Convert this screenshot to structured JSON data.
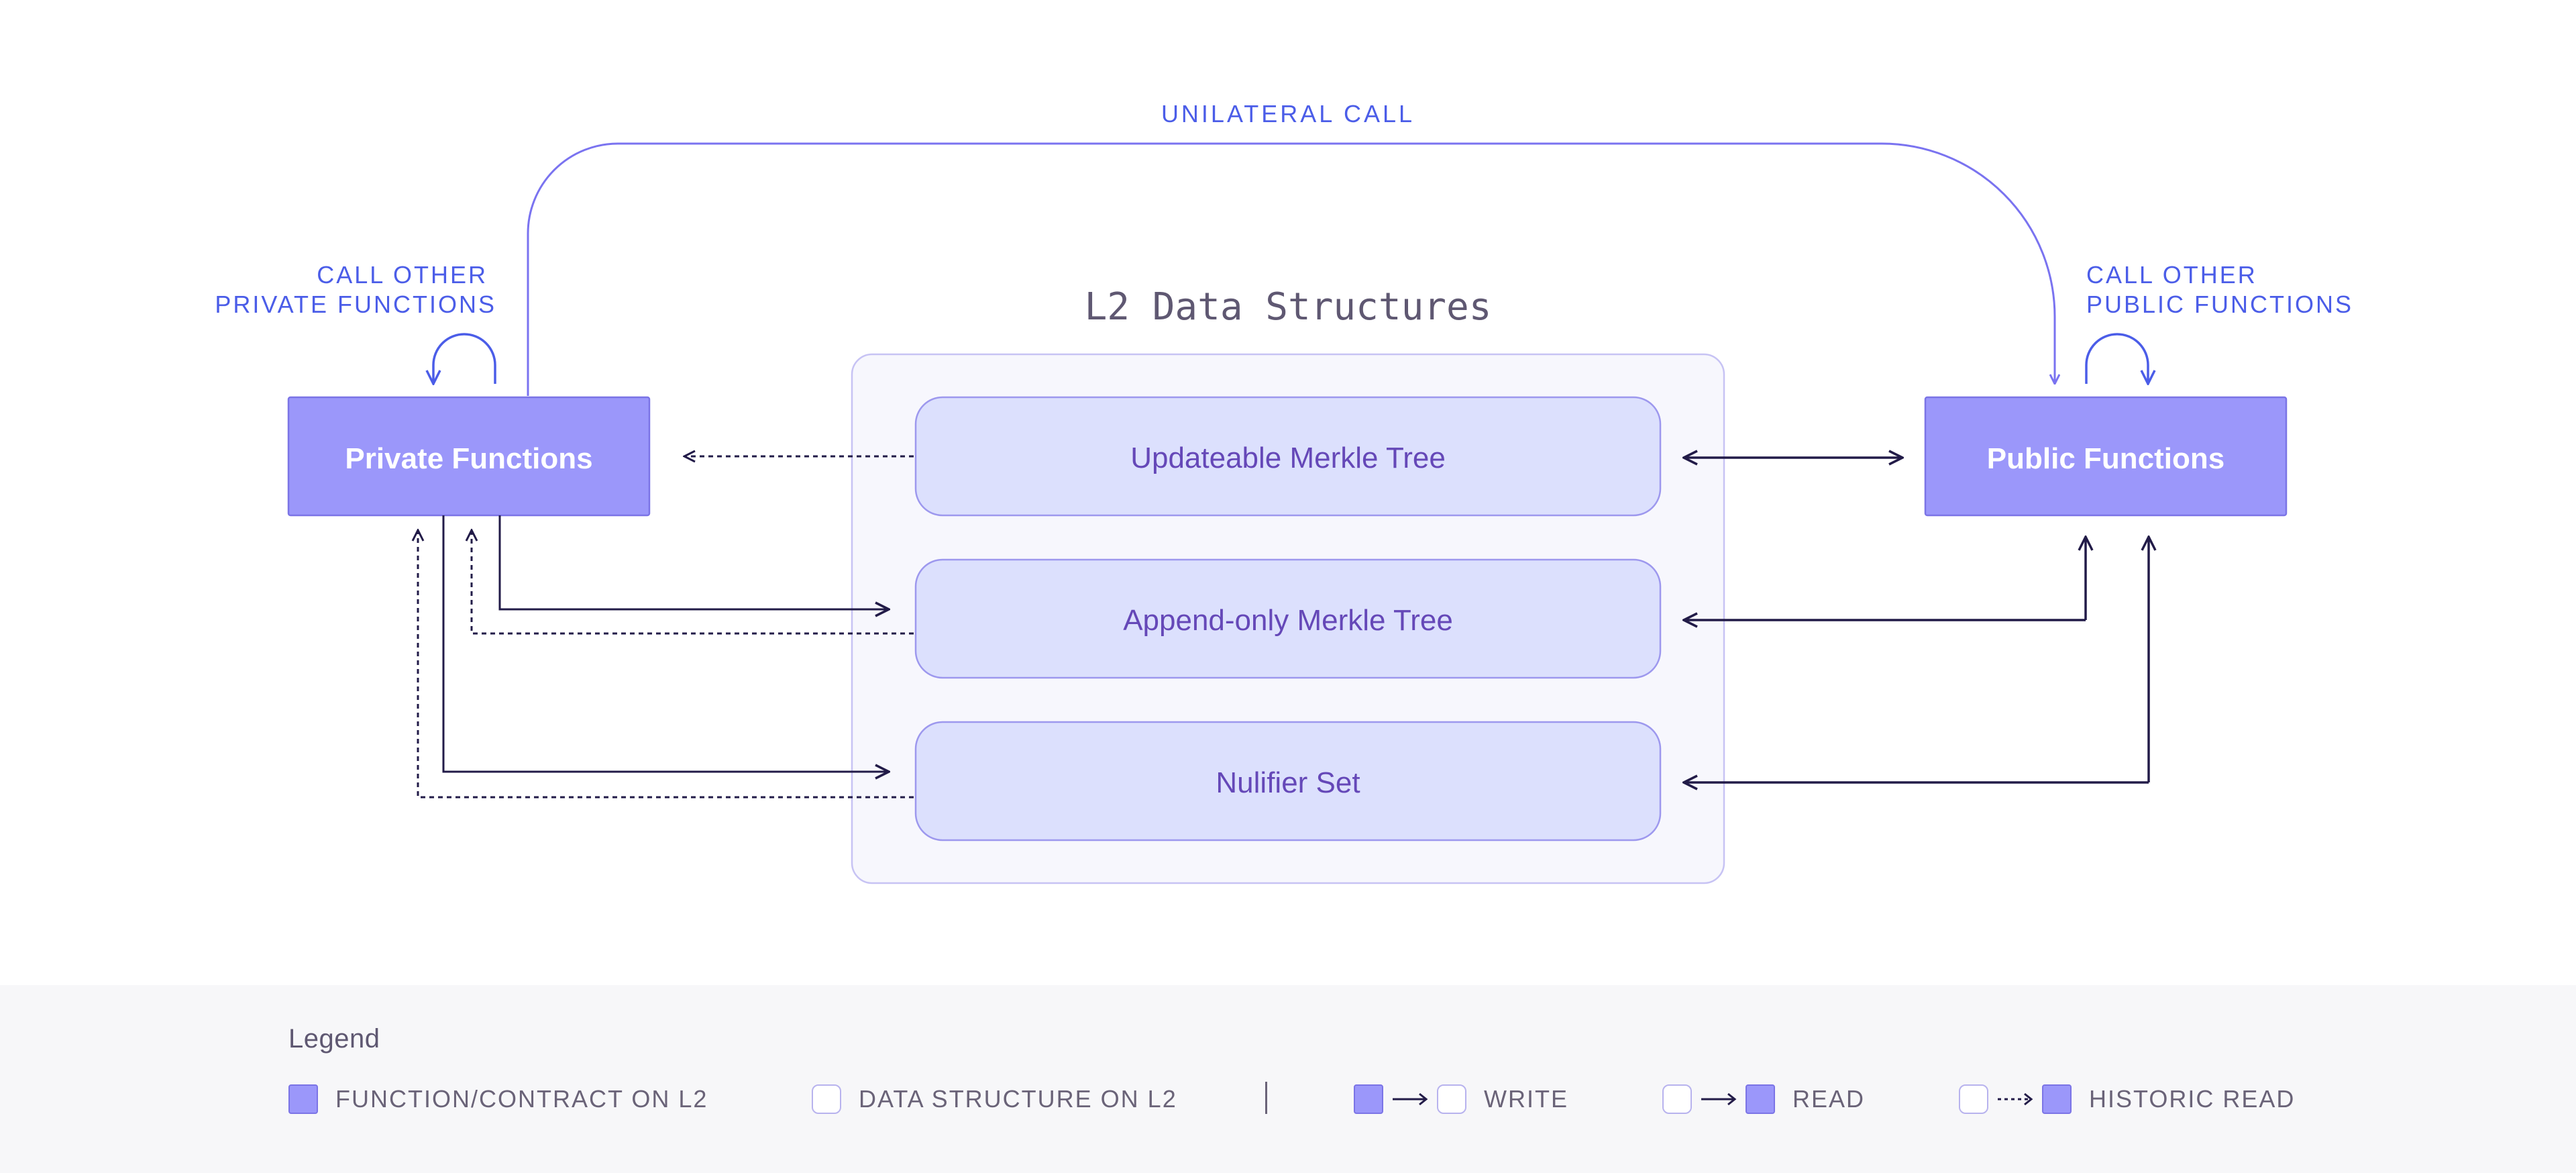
{
  "diagram": {
    "title": "L2 Data Structures",
    "top_call_label": "UNILATERAL CALL",
    "private_self_call_label": [
      "CALL OTHER",
      "PRIVATE FUNCTIONS"
    ],
    "public_self_call_label": [
      "CALL OTHER",
      "PUBLIC FUNCTIONS"
    ],
    "private_functions": "Private Functions",
    "public_functions": "Public Functions",
    "structures": [
      "Updateable Merkle Tree",
      "Append-only Merkle Tree",
      "Nulifier Set"
    ],
    "colors": {
      "function_fill": "#9b97fa",
      "structure_fill": "#dce0fd",
      "container_fill": "#f7f7fd",
      "call_line": "#7a73f0",
      "call_text": "#4b5de8",
      "data_line": "#221b48",
      "title_text": "#5f5872",
      "structure_text": "#6548b8"
    }
  },
  "legend": {
    "title": "Legend",
    "items": [
      {
        "label": "FUNCTION/CONTRACT ON L2"
      },
      {
        "label": "DATA STRUCTURE ON L2"
      },
      {
        "label": "WRITE"
      },
      {
        "label": "READ"
      },
      {
        "label": "HISTORIC READ"
      }
    ]
  }
}
